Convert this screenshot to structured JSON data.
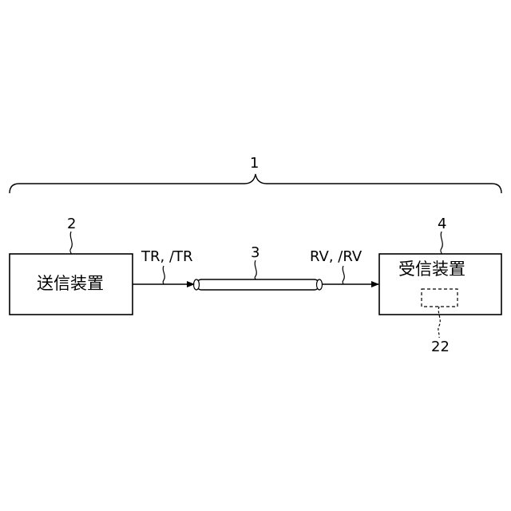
{
  "system": {
    "ref": "1"
  },
  "transmitter": {
    "ref": "2",
    "label": "送信装置"
  },
  "cable": {
    "ref": "3"
  },
  "receiver": {
    "ref": "4",
    "label": "受信装置"
  },
  "internal_block": {
    "ref": "22"
  },
  "signals": {
    "transmit": "TR, /TR",
    "receive": "RV, /RV"
  }
}
